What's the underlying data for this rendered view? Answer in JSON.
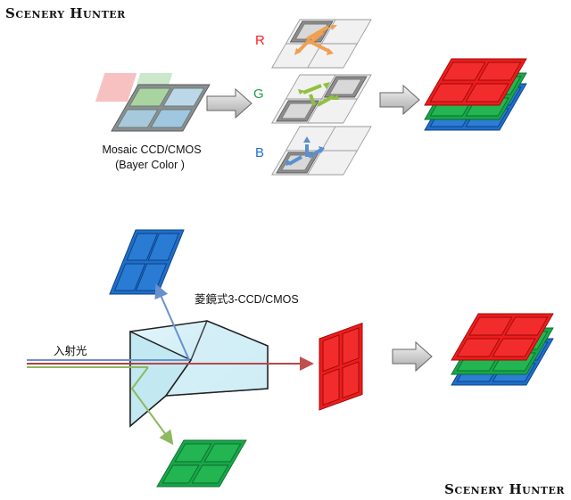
{
  "watermark_top": "Scenery Hunter",
  "watermark_bottom": "Scenery Hunter",
  "mosaic": {
    "line1": "Mosaic CCD/CMOS",
    "line2": "(Bayer Color )"
  },
  "channels": {
    "r": "R",
    "g": "G",
    "b": "B"
  },
  "prism_label": "菱鏡式3-CCD/CMOS",
  "light_label": "入射光",
  "colors": {
    "red": "#ee1c1c",
    "green": "#1aa64a",
    "blue": "#1f6fc8",
    "r_text": "#ff2020",
    "g_text": "#20a040",
    "b_text": "#2070d0",
    "arrow_orange": "#f0a050",
    "arrow_green": "#90c040",
    "arrow_blue": "#5a90d0"
  }
}
